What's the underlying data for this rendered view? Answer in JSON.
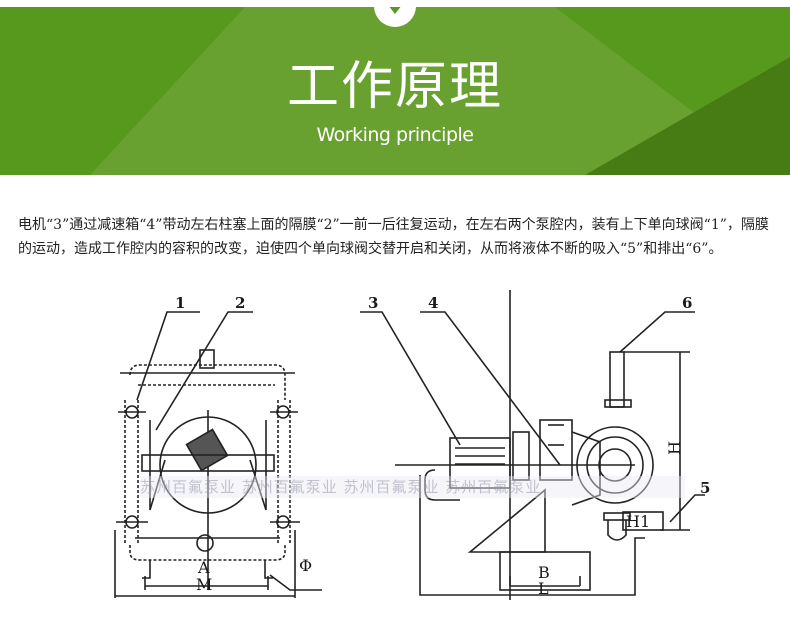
{
  "banner": {
    "title": "工作原理",
    "subtitle": "Working principle",
    "badge_icon": "triangle-down-icon",
    "colors": {
      "base": "#56991c",
      "light": "#68a130",
      "dark": "#477c14",
      "text": "#ffffff"
    }
  },
  "description": {
    "text": "电机“3”通过减速箱“4”带动左右柱塞上面的隔膜“2”一前一后往复运动，在左右两个泵腔内，装有上下单向球阀“1”，隔膜的运动，造成工作腔内的容积的改变，迫使四个单向球阀交替开启和关闭，从而将液体不断的吸入“5”和排出“6”。"
  },
  "diagrams": {
    "front_view": {
      "callouts": [
        "1",
        "2"
      ],
      "dimensions": {
        "a": "A",
        "m": "M",
        "phi": "Φ"
      }
    },
    "side_view": {
      "callouts": [
        "3",
        "4",
        "6",
        "5"
      ],
      "dimensions": {
        "b": "B",
        "l": "L",
        "h": "H",
        "h1": "H1"
      }
    }
  },
  "watermark": {
    "text": "苏州百氟泵业    苏州百氟泵业    苏州百氟泵业    苏州百氟泵业"
  }
}
